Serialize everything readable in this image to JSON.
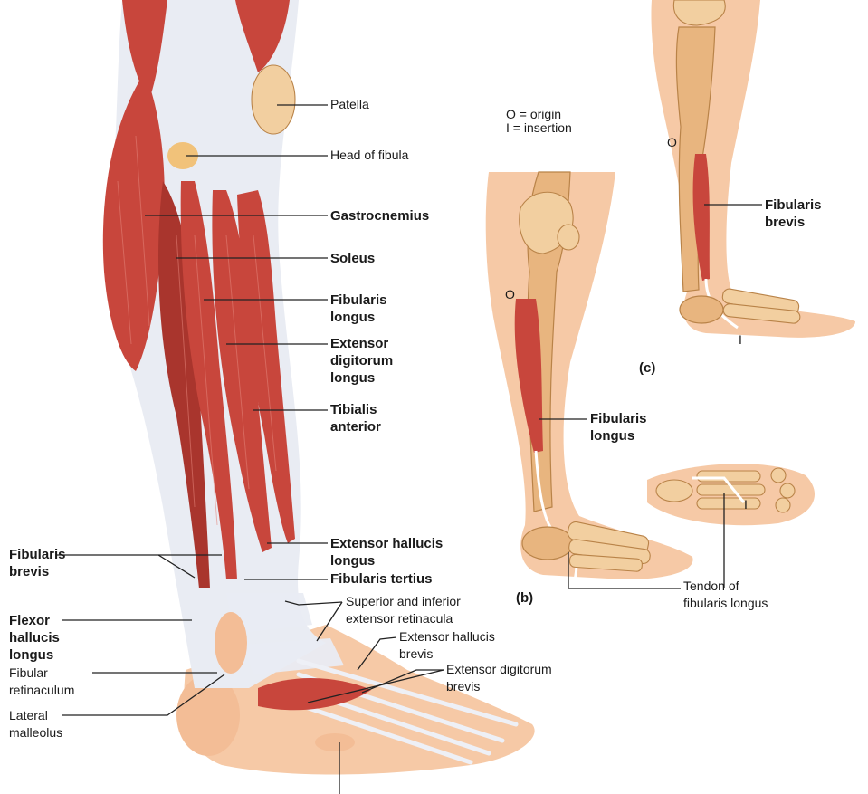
{
  "legend": {
    "origin": "O = origin",
    "insertion": "I  = insertion"
  },
  "panel_labels": {
    "b": "(b)",
    "c": "(c)"
  },
  "markers": {
    "origin_letter": "O",
    "insertion_letter": "I"
  },
  "main_labels": {
    "patella": "Patella",
    "head_of_fibula": "Head of fibula",
    "gastrocnemius": "Gastrocnemius",
    "soleus": "Soleus",
    "fibularis_longus": [
      "Fibularis",
      "longus"
    ],
    "extensor_digitorum_longus": [
      "Extensor",
      "digitorum",
      "longus"
    ],
    "tibialis_anterior": [
      "Tibialis",
      "anterior"
    ],
    "extensor_hallucis_longus": [
      "Extensor hallucis",
      "longus"
    ],
    "fibularis_tertius": "Fibularis tertius",
    "retinacula": [
      "Superior and inferior",
      "extensor retinacula"
    ],
    "extensor_hallucis_brevis": [
      "Extensor hallucis",
      "brevis"
    ],
    "extensor_digitorum_brevis": [
      "Extensor digitorum",
      "brevis"
    ],
    "fibularis_brevis_left": [
      "Fibularis",
      "brevis"
    ],
    "flexor_hallucis_longus": [
      "Flexor",
      "hallucis",
      "longus"
    ],
    "fibular_retinaculum": [
      "Fibular",
      "retinaculum"
    ],
    "lateral_malleolus": [
      "Lateral",
      "malleolus"
    ]
  },
  "panel_b_labels": {
    "fibularis_longus": [
      "Fibularis",
      "longus"
    ],
    "tendon": [
      "Tendon of",
      "fibularis longus"
    ]
  },
  "panel_c_labels": {
    "fibularis_brevis": [
      "Fibularis",
      "brevis"
    ]
  }
}
